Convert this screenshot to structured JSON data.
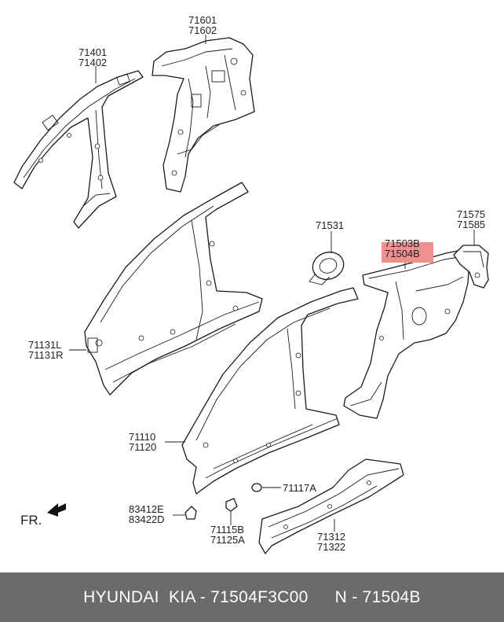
{
  "labels": {
    "l71601": "71601",
    "l71602": "71602",
    "l71401": "71401",
    "l71402": "71402",
    "l71531": "71531",
    "l71575": "71575",
    "l71585": "71585",
    "l71503B": "71503B",
    "l71504B": "71504B",
    "l71131L": "71131L",
    "l71131R": "71131R",
    "l71110": "71110",
    "l71120": "71120",
    "l71117A": "71117A",
    "l83412E": "83412E",
    "l83422D": "83422D",
    "l71115B": "71115B",
    "l71125A": "71125A",
    "l71312": "71312",
    "l71322": "71322",
    "fr": "FR."
  },
  "footer": {
    "brand": "HYUNDAI  KIA - 71504F3C00",
    "ref": "N - 71504B"
  },
  "colors": {
    "highlight": "#ef8f8f",
    "footer_bg": "#6b6b6b",
    "line": "#1a1a1a"
  }
}
